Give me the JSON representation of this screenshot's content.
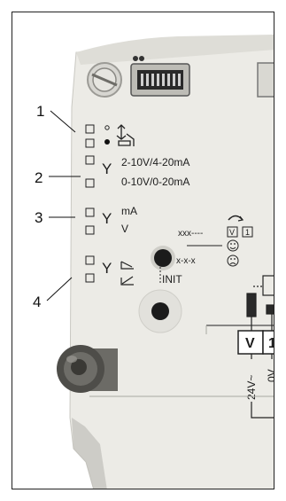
{
  "callouts": [
    {
      "number": "1"
    },
    {
      "number": "2"
    },
    {
      "number": "3"
    },
    {
      "number": "4"
    }
  ],
  "dip_rows": [
    {
      "symbol": "",
      "labels": [
        "",
        ""
      ]
    },
    {
      "symbol": "Y",
      "labels": [
        "2-10V/4-20mA",
        "0-10V/0-20mA"
      ]
    },
    {
      "symbol": "Y",
      "labels": [
        "mA",
        "V"
      ]
    },
    {
      "symbol": "Y",
      "labels": [
        "",
        ""
      ]
    }
  ],
  "status_panel": {
    "slow_blink": "xxx----",
    "fast_blink": "x-x-x",
    "valve_box_a": "V",
    "valve_box_b": "1",
    "button_label": "INIT"
  },
  "terminal": {
    "label_v": "V",
    "label_1": "1",
    "wire_24v": "24V~",
    "wire_0v": "0V"
  },
  "colors": {
    "housing": "#ecebe6",
    "housing_shadow": "#b9b8b2",
    "print": "#1c1c1c",
    "connector": "#2a2a2a"
  }
}
